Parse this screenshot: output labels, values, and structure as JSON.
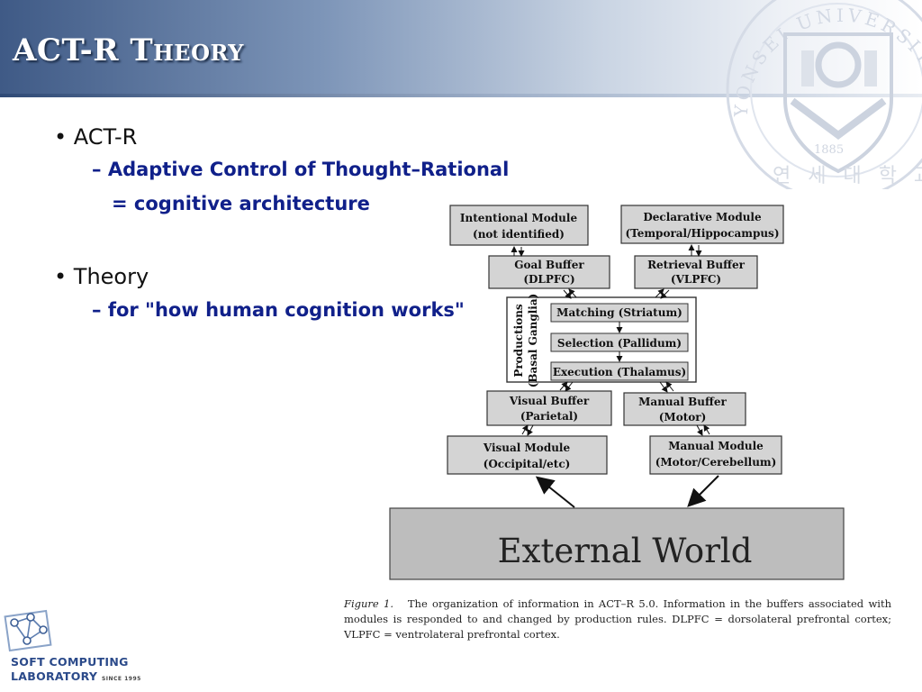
{
  "header": {
    "title": "ACT-R Theory"
  },
  "seal": {
    "arc_text": "YONSEI UNIVERSITY",
    "year": "1885",
    "hangul": "연 세 대 학 교"
  },
  "bullets": [
    {
      "label": "ACT-R",
      "subs": [
        "Adaptive Control of Thought–Rational",
        "= cognitive architecture"
      ]
    },
    {
      "label": "Theory",
      "subs": [
        "for \"how human cognition works\""
      ]
    }
  ],
  "diagram": {
    "intentional_module": {
      "l1": "Intentional Module",
      "l2": "(not identified)"
    },
    "declarative_module": {
      "l1": "Declarative Module",
      "l2": "(Temporal/Hippocampus)"
    },
    "goal_buffer": {
      "l1": "Goal Buffer",
      "l2": "(DLPFC)"
    },
    "retrieval_buffer": {
      "l1": "Retrieval Buffer",
      "l2": "(VLPFC)"
    },
    "productions": {
      "l1": "Productions",
      "l2": "(Basal Ganglia)"
    },
    "matching": "Matching (Striatum)",
    "selection": "Selection (Pallidum)",
    "execution": "Execution (Thalamus)",
    "visual_buffer": {
      "l1": "Visual Buffer",
      "l2": "(Parietal)"
    },
    "manual_buffer": {
      "l1": "Manual Buffer",
      "l2": "(Motor)"
    },
    "visual_module": {
      "l1": "Visual Module",
      "l2": "(Occipital/etc)"
    },
    "manual_module": {
      "l1": "Manual Module",
      "l2": "(Motor/Cerebellum)"
    },
    "external_world": "External World"
  },
  "caption": {
    "figure_label": "Figure 1.",
    "text": "The organization of information in ACT–R 5.0. Information in the buffers associated with modules is responded to and changed by production rules. DLPFC = dorsolateral prefrontal cortex; VLPFC = ventrolateral prefrontal cortex."
  },
  "logo": {
    "line1": "SOFT COMPUTING",
    "line2": "LABORATORY",
    "since": "SINCE 1995"
  }
}
